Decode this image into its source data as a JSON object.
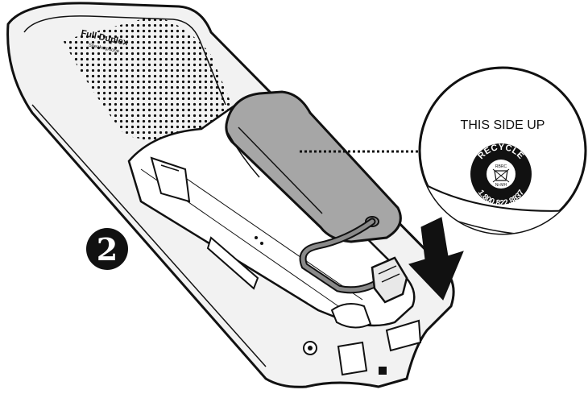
{
  "step": {
    "number": "2"
  },
  "handset": {
    "brand_text": "Full Duplex",
    "brand_subtext": "Speakerphone"
  },
  "callout": {
    "heading": "THIS SIDE UP",
    "seal": {
      "top_text": "RECYCLE",
      "bottom_text": "1.800.822.8837",
      "inner_top": "RBRC",
      "inner_bottom": "Ni-MH"
    }
  },
  "colors": {
    "ink": "#111111",
    "handset_fill": "#f2f2f2",
    "battery_fill": "#a6a6a6",
    "wire_fill": "#8a8a8a",
    "paper": "#ffffff"
  },
  "icons": {
    "step_badge": "step-number-circle",
    "arrow": "insert-down-arrow",
    "seal": "rbrc-recycle-seal"
  }
}
